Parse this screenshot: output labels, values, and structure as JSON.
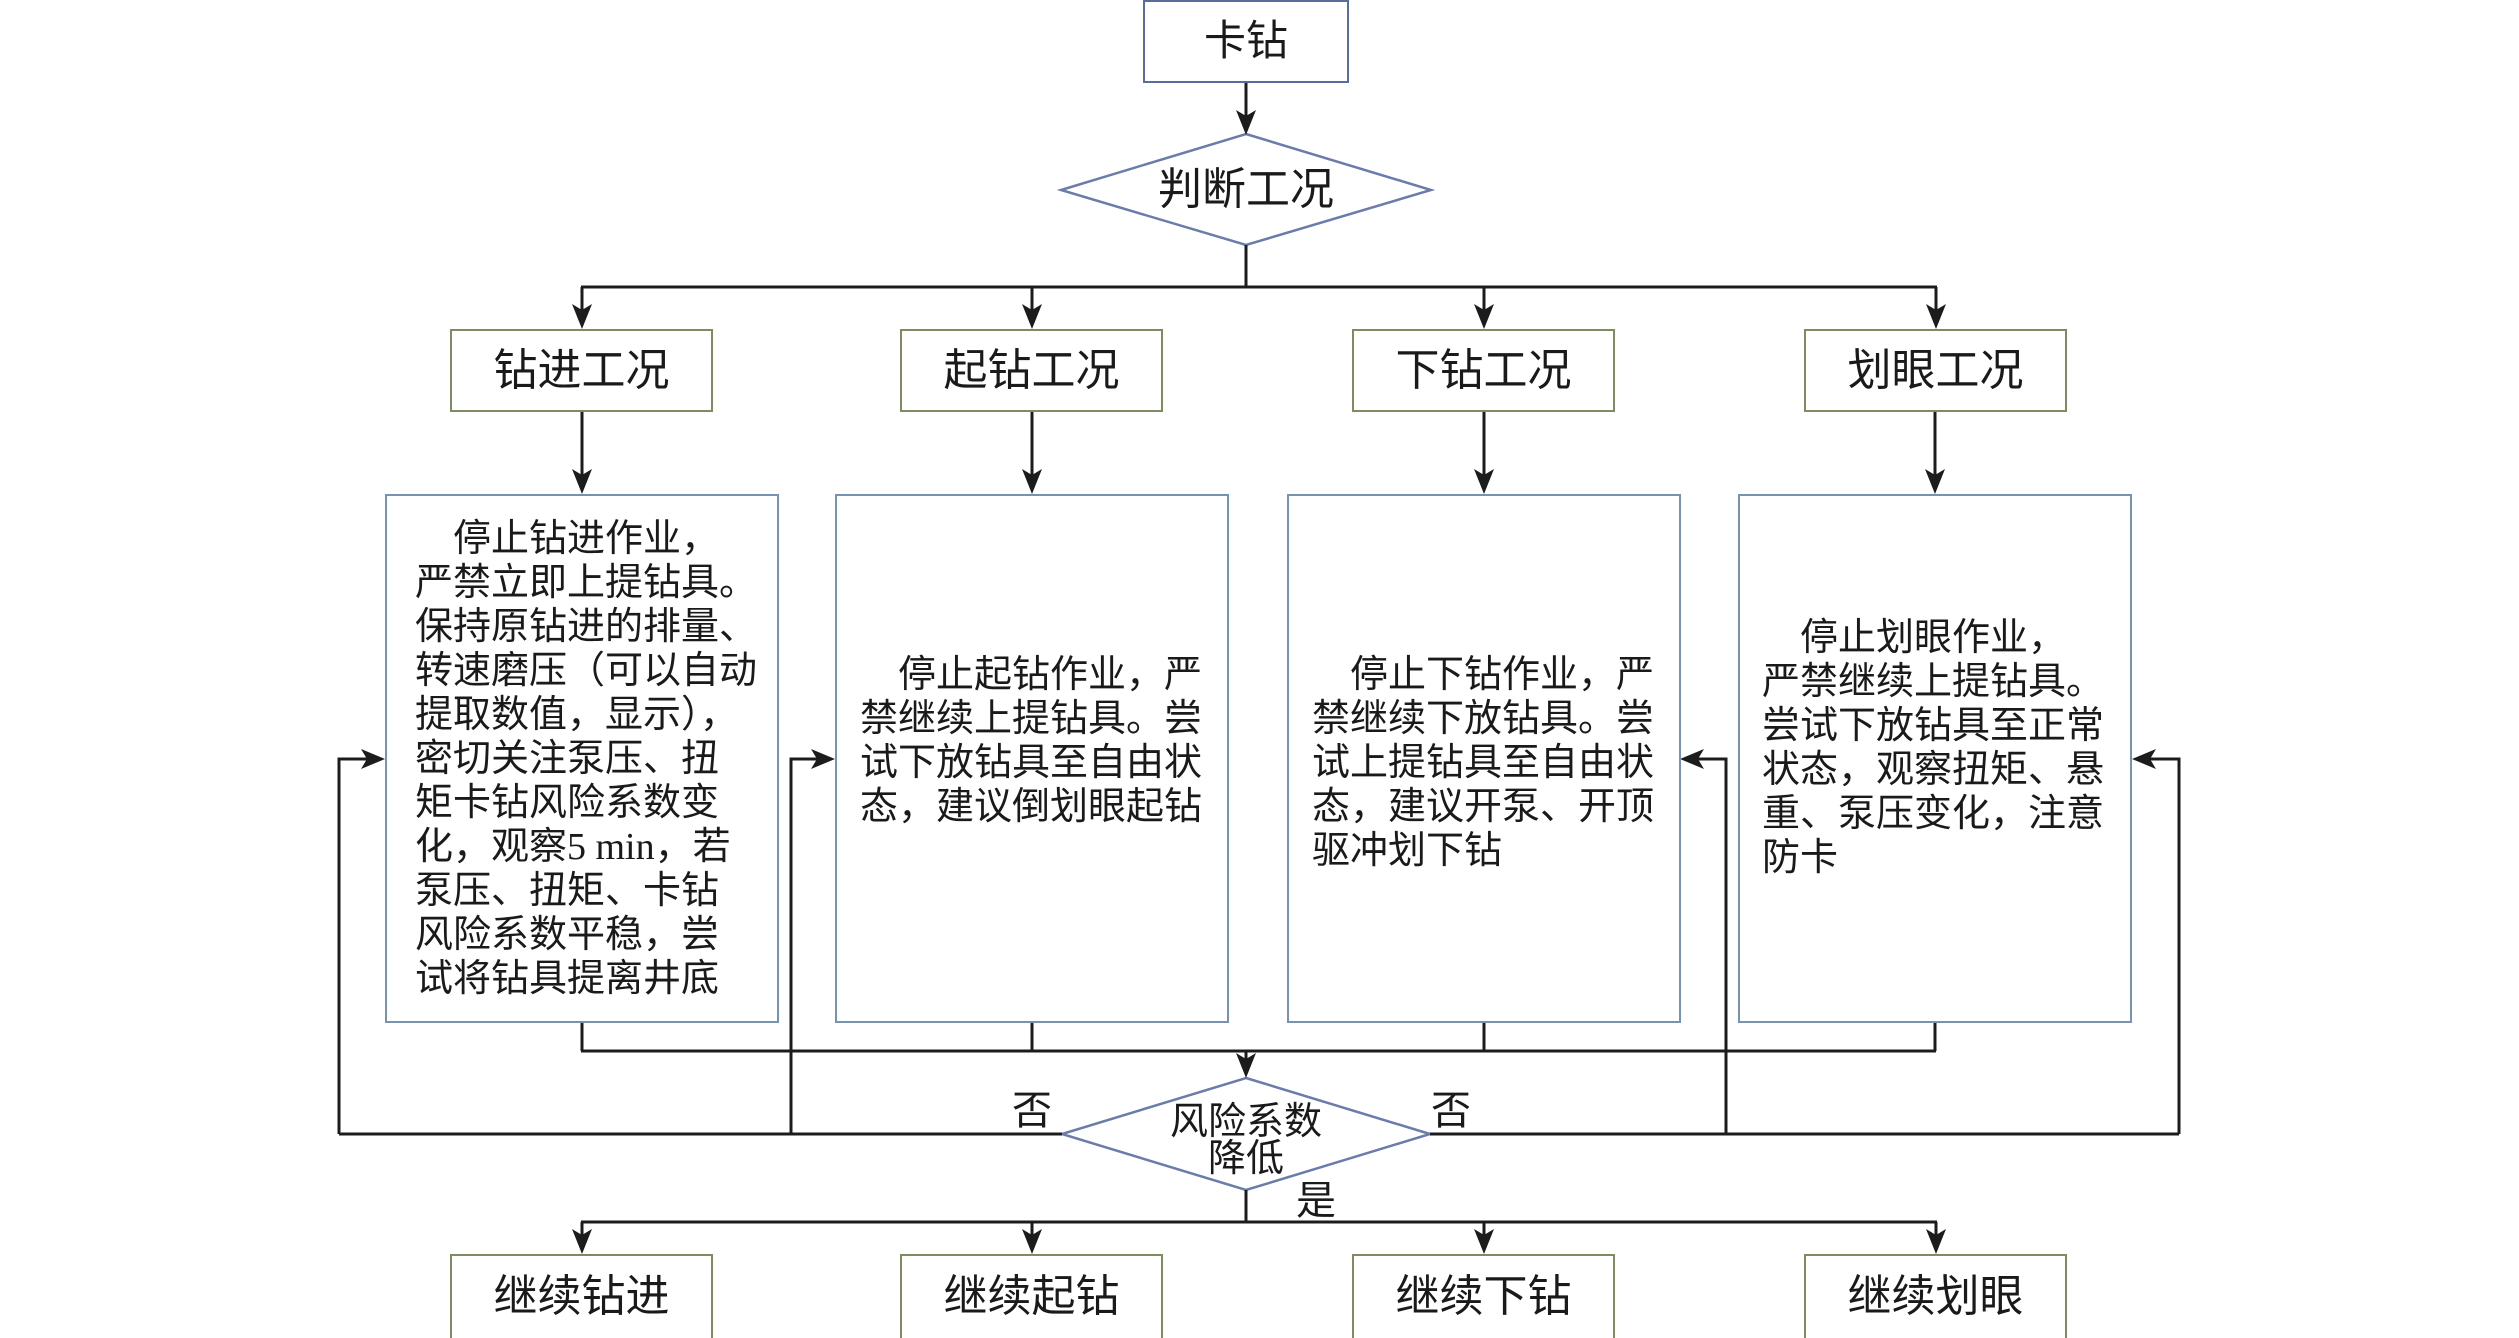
{
  "diagram": {
    "start": {
      "label": "卡钻"
    },
    "decision_condition": {
      "label": "判断工况"
    },
    "conditions": [
      {
        "label": "钻进工况"
      },
      {
        "label": "起钻工况"
      },
      {
        "label": "下钻工况"
      },
      {
        "label": "划眼工况"
      }
    ],
    "actions": [
      {
        "lines": [
          "停止钻进作业，",
          "严禁立即上提钻具。",
          "保持原钻进的排量、",
          "转速磨压（可以自动",
          "提取数值，显示），",
          "密切关注泵压、扭",
          "矩卡钻风险系数变",
          "化，观察5 min，若",
          "泵压、扭矩、卡钻",
          "风险系数平稳，尝",
          "试将钻具提离井底"
        ]
      },
      {
        "lines": [
          "停止起钻作业，严",
          "禁继续上提钻具。尝",
          "试下放钻具至自由状",
          "态，建议倒划眼起钻"
        ]
      },
      {
        "lines": [
          "停止下钻作业，严",
          "禁继续下放钻具。尝",
          "试上提钻具至自由状",
          "态，建议开泵、开顶",
          "驱冲划下钻"
        ]
      },
      {
        "lines": [
          "停止划眼作业，",
          "严禁继续上提钻具。",
          "尝试下放钻具至正常",
          "状态，观察扭矩、悬",
          "重、泵压变化，注意",
          "防卡"
        ]
      }
    ],
    "decision_risk": {
      "lines": [
        "风险系数",
        "降低"
      ]
    },
    "edge_labels": {
      "no_left": "否",
      "no_right": "否",
      "yes": "是"
    },
    "outcomes": [
      {
        "label": "继续钻进"
      },
      {
        "label": "继续起钻"
      },
      {
        "label": "继续下钻"
      },
      {
        "label": "继续划眼"
      }
    ]
  },
  "colors": {
    "start_border": "#5b6b9d",
    "decision_border": "#6b7baa",
    "condition_border": "#7d8d60",
    "action_border": "#7892b2",
    "outcome_border": "#7d8d60",
    "connector": "#1c1c1c",
    "text": "#1a1a1a"
  }
}
